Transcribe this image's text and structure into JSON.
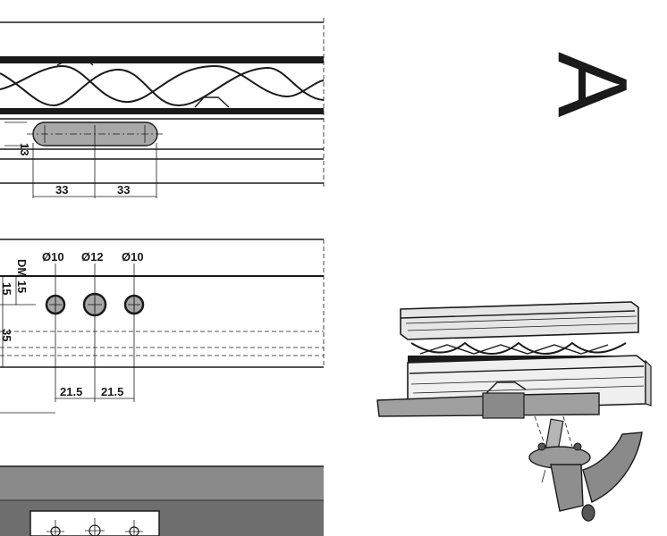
{
  "view_letter": "A",
  "slot_dims": {
    "height": "13",
    "left": "33",
    "right": "33"
  },
  "holes": {
    "labels": [
      "Ø10",
      "Ø12",
      "Ø10"
    ],
    "spacing": [
      "21.5",
      "21.5"
    ],
    "dm": "DM 15",
    "v1": "15",
    "v2": "35"
  },
  "colors": {
    "line": "#1a1a1a",
    "fill_gray": "#a8a8a8",
    "dark_gray": "#7a7a7a"
  }
}
